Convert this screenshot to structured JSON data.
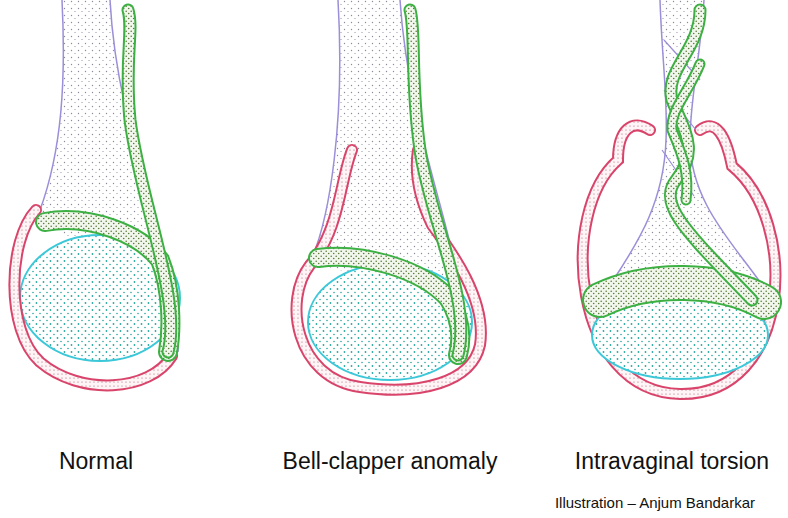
{
  "diagram": {
    "labels": [
      "Normal",
      "Bell-clapper anomaly",
      "Intravaginal torsion",
      "Illustration – Anjum Bandarkar"
    ]
  }
}
